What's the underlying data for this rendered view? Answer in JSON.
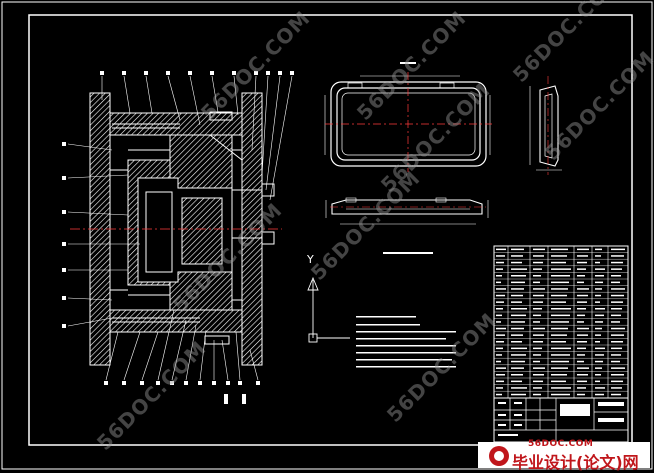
{
  "drawing": {
    "frame_color": "#ffffff",
    "centerline_color": "#ff3b3b",
    "highlight_color": "#ff7a00",
    "axis_label_y": "Y"
  },
  "watermarks": [
    "56DOC.COM",
    "56DOC.COM",
    "56DOC.COM",
    "56DOC.COM",
    "56DOC.COM",
    "56DOC.COM",
    "56DOC.COM",
    "56DOC.COM",
    "56DOC.COM"
  ],
  "brand": {
    "site": "56DOC.COM",
    "title": "毕业设计(论文)网",
    "logo_color": "#c0161b"
  }
}
